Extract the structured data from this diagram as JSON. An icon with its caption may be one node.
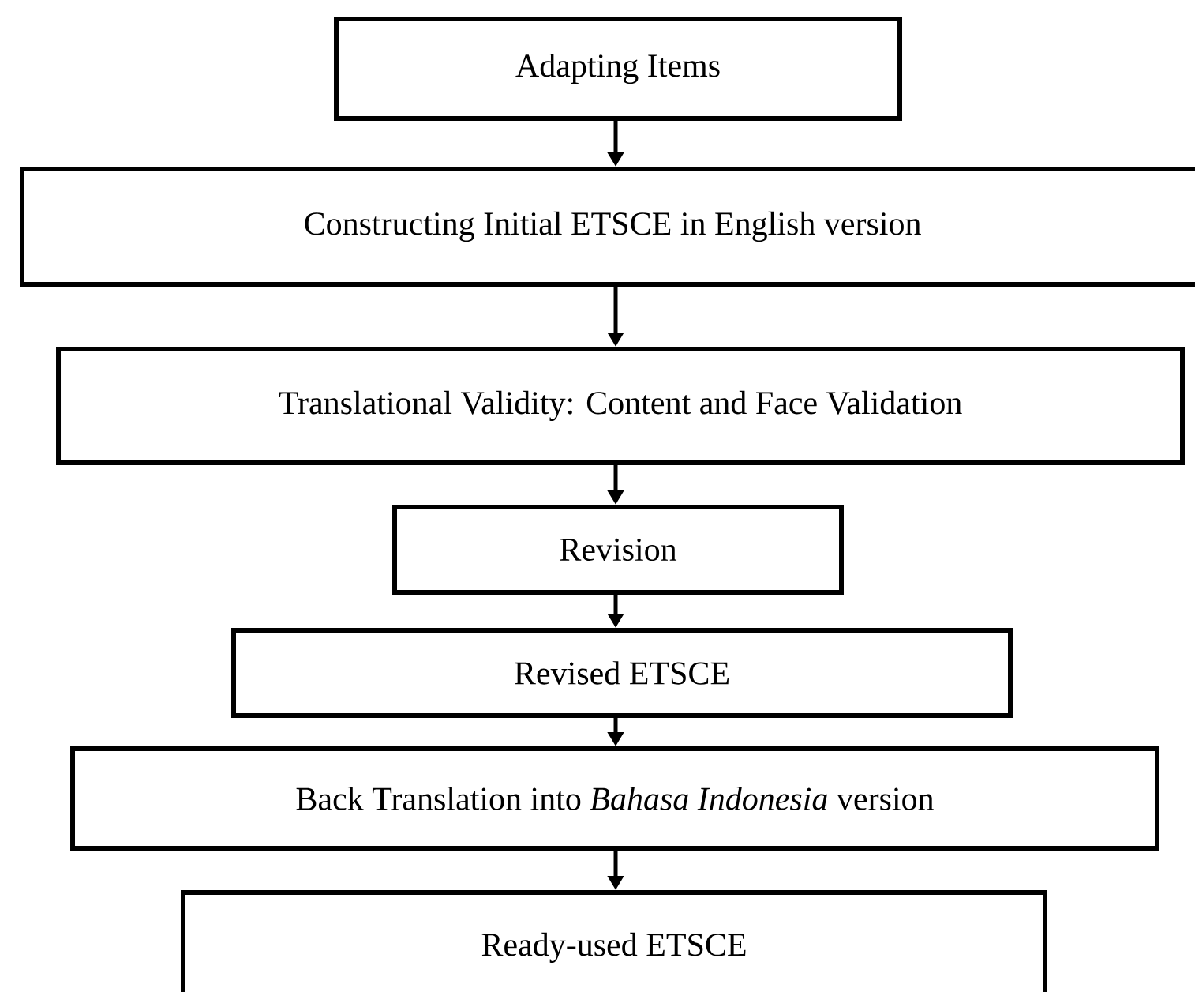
{
  "diagram": {
    "nodes": [
      {
        "text": [
          "Adapting Items"
        ]
      },
      {
        "text": [
          "Constructing Initial ETSCE in English version"
        ]
      },
      {
        "text": [
          "Translational Validity: Content and Face Validation"
        ]
      },
      {
        "text": [
          "Revision"
        ]
      },
      {
        "text": [
          "Revised ETSCE"
        ]
      },
      {
        "text": [
          "Back Translation into *Bahasa Indonesia* version"
        ]
      },
      {
        "text": [
          "Ready-used ETSCE"
        ]
      }
    ],
    "edges": [
      {
        "from": 0,
        "to": 1,
        "arrow": "to"
      },
      {
        "from": 1,
        "to": 2,
        "arrow": "to"
      },
      {
        "from": 2,
        "to": 3,
        "arrow": "to"
      },
      {
        "from": 3,
        "to": 4,
        "arrow": "to"
      },
      {
        "from": 4,
        "to": 5,
        "arrow": "to"
      },
      {
        "from": 5,
        "to": 6,
        "arrow": "to"
      }
    ]
  }
}
